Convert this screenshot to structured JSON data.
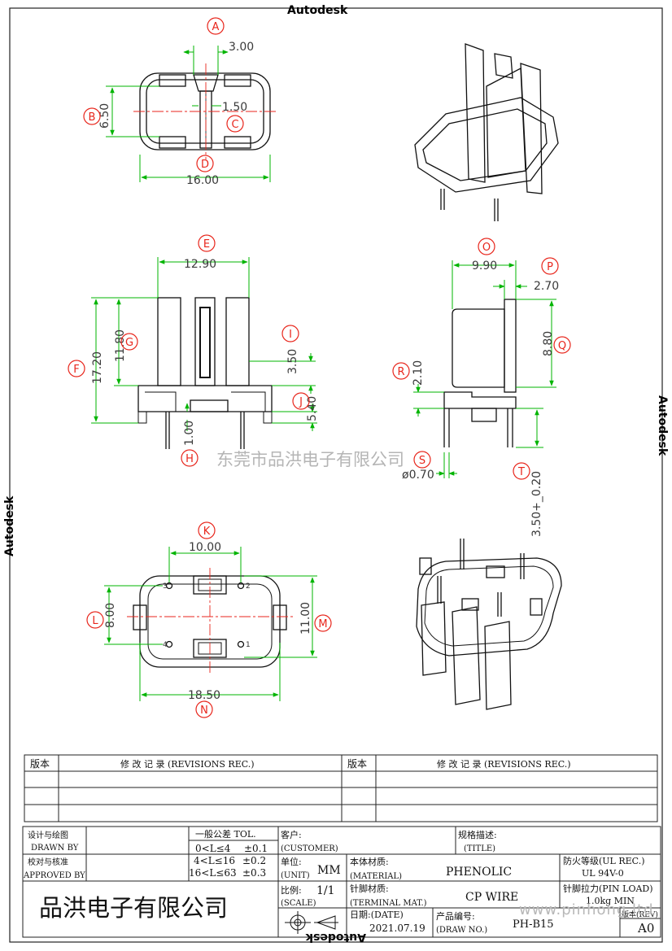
{
  "frame": {
    "edge_label": "Autodesk",
    "watermark_cn": "东莞市品洪电子有限公司",
    "watermark_url": "www.pinhong.ltd"
  },
  "views": {
    "top": {
      "dims": {
        "a": "3.00",
        "b": "6.50",
        "c": "1.50",
        "width": "16.00"
      },
      "bubbles": [
        "A",
        "B",
        "C",
        "D"
      ]
    },
    "front": {
      "dims": {
        "e": "12.90",
        "f": "17.20",
        "g": "11.80",
        "h": "1.00",
        "i": "3.50",
        "j": "5.40"
      },
      "bubbles": [
        "E",
        "F",
        "G",
        "H",
        "I",
        "J"
      ]
    },
    "side": {
      "dims": {
        "o": "9.90",
        "p": "2.70",
        "q": "8.80",
        "r": "2.10",
        "s": "ø0.70",
        "t": "3.50+_0.20"
      },
      "bubbles": [
        "O",
        "P",
        "Q",
        "R",
        "S",
        "T"
      ]
    },
    "bottom": {
      "dims": {
        "k": "10.00",
        "l": "8.00",
        "m": "11.00",
        "n": "18.50"
      },
      "bubbles": [
        "K",
        "L",
        "M",
        "N"
      ],
      "pins": [
        "1",
        "2",
        "3",
        "4"
      ]
    }
  },
  "revisions": {
    "col_rev": "版本",
    "col_rec": "修 改 记 录  (REVISIONS REC.)"
  },
  "title_block": {
    "drawn_cn": "设计与绘图",
    "drawn_en": "DRAWN BY",
    "approved_cn": "校对与核准",
    "approved_en": "APPROVED BY",
    "tol_title": "一般公差 TOL.",
    "tol_rows": [
      {
        "range": "0<L≤4",
        "tol": "±0.1"
      },
      {
        "range": "4<L≤16",
        "tol": "±0.2"
      },
      {
        "range": "16<L≤63",
        "tol": "±0.3"
      }
    ],
    "customer_cn": "客户:",
    "customer_en": "(CUSTOMER)",
    "title_cn": "规格描述:",
    "title_en": "(TITLE)",
    "unit_cn": "单位:",
    "unit_en": "(UNIT)",
    "unit_value": "MM",
    "material_cn": "本体材质:",
    "material_en": "(MATERIAL)",
    "material_value": "PHENOLIC",
    "fire_cn": "防火等级(UL REC.)",
    "fire_value": "UL 94V-0",
    "scale_cn": "比例:",
    "scale_en": "(SCALE)",
    "scale_value": "1/1",
    "terminal_cn": "针脚材质:",
    "terminal_en": "(TERMINAL MAT.)",
    "terminal_value": "CP WIRE",
    "pin_load_cn": "针脚拉力(PIN LOAD)",
    "pin_load_value": "1.0kg MIN",
    "company": "品洪电子有限公司",
    "date_cn": "日期:(DATE)",
    "date_value": "2021.07.19",
    "drawno_cn": "产品编号:",
    "drawno_en": "(DRAW NO.)",
    "drawno_value": "PH-B15",
    "rev_label": "版本(REV)",
    "rev_value": "A0"
  }
}
